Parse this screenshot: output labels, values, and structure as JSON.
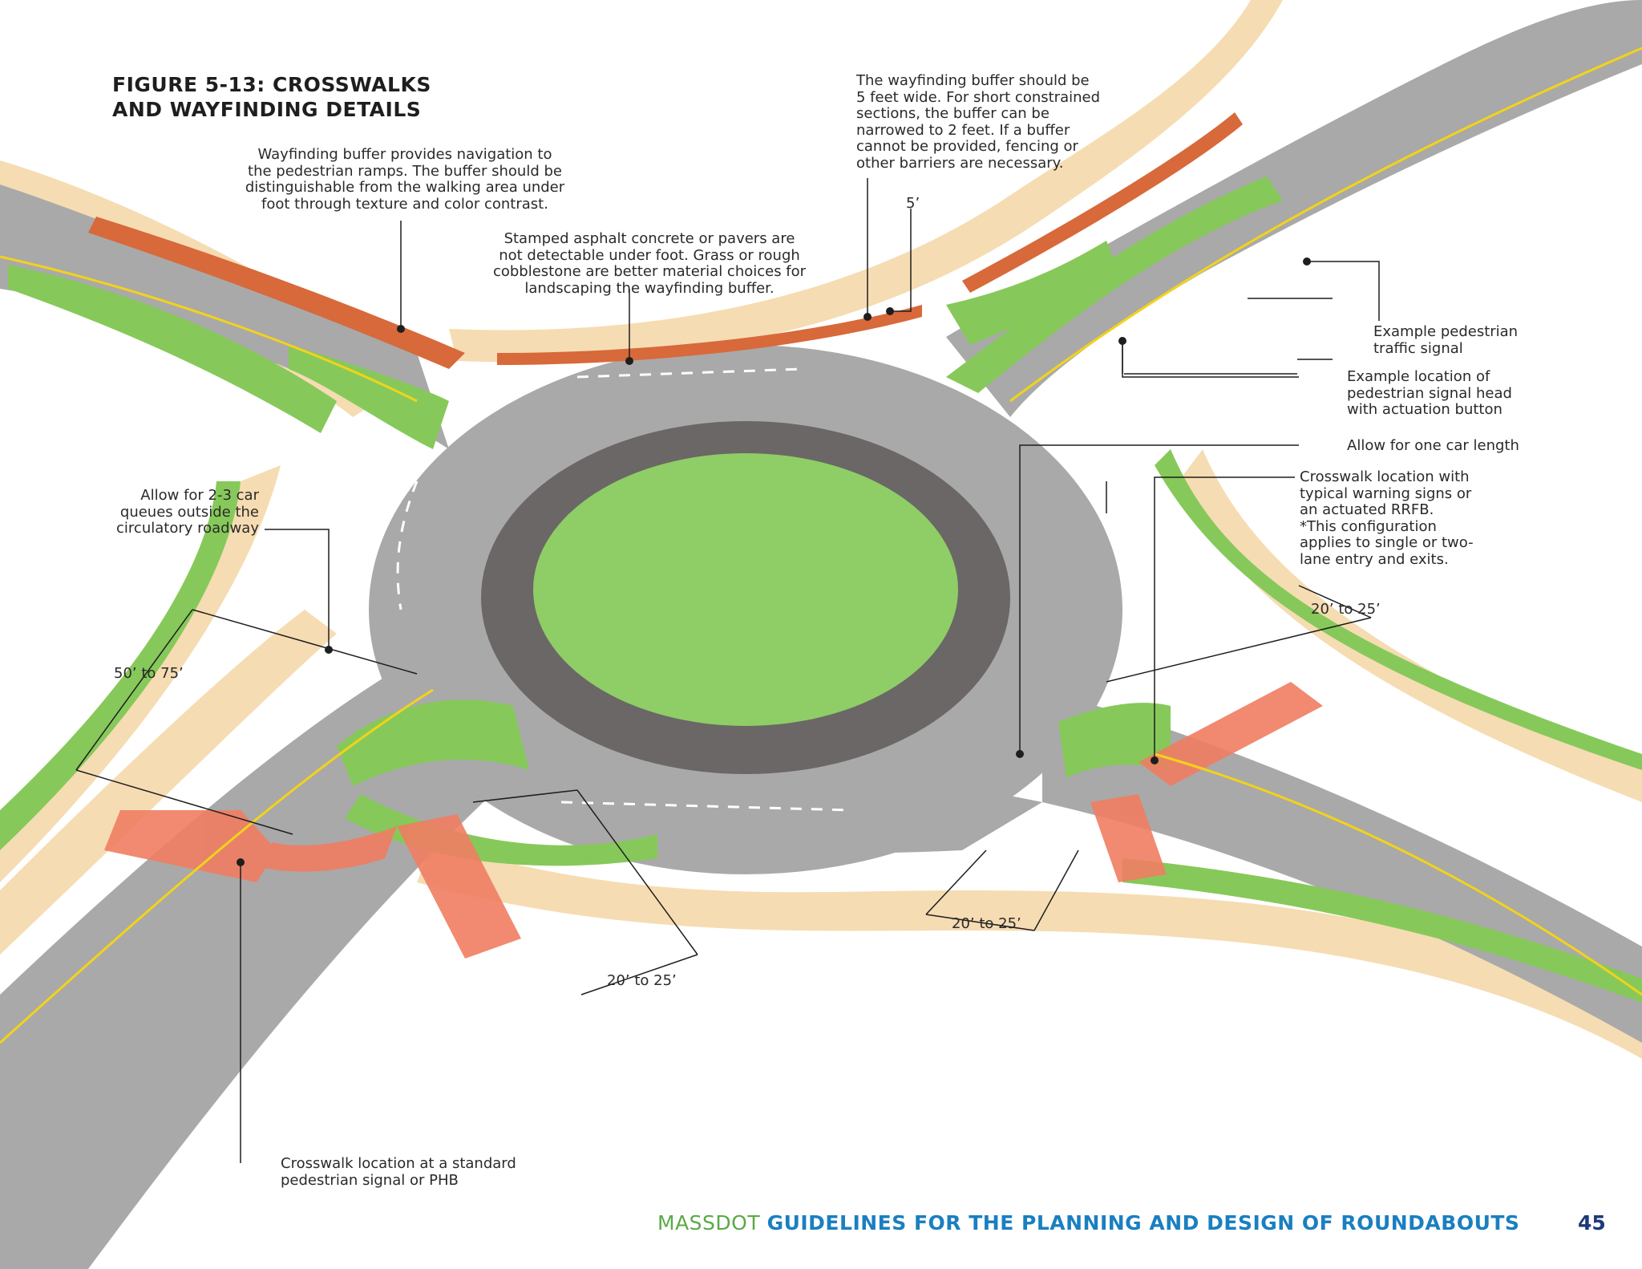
{
  "figure": {
    "title_line1": "FIGURE 5-13:  CROSSWALKS",
    "title_line2": "AND WAYFINDING DETAILS"
  },
  "callouts": {
    "wayfinding_buffer": [
      "Wayfinding buffer provides navigation to",
      "the pedestrian ramps. The buffer should be",
      "distinguishable from the walking area under",
      "foot through texture and color contrast."
    ],
    "stamped_asphalt": [
      "Stamped asphalt concrete or pavers are",
      "not detectable under foot. Grass or rough",
      "cobblestone are better material choices for",
      "landscaping the wayfinding buffer."
    ],
    "buffer_width": [
      "The wayfinding buffer should be",
      "5 feet wide. For short constrained",
      "sections, the buffer can be",
      "narrowed to 2 feet. If a buffer",
      "cannot be provided, fencing or",
      "other barriers are necessary."
    ],
    "buffer_dimension": "5’",
    "ped_traffic_signal": [
      "Example pedestrian",
      "traffic signal"
    ],
    "ped_signal_head": [
      "Example location of",
      "pedestrian signal head",
      "with actuation button"
    ],
    "car_length": "Allow for one car length",
    "rrfb": [
      "Crosswalk location with",
      "typical warning signs or",
      "an actuated RRFB.",
      "*This configuration",
      "applies to single or two-",
      "lane entry and exits."
    ],
    "car_queues": [
      "Allow for 2-3 car",
      "queues outside the",
      "circulatory roadway"
    ],
    "standard_signal": [
      "Crosswalk location at a standard",
      "pedestrian signal or PHB"
    ]
  },
  "dimensions": {
    "queue_distance": "50’ to 75’",
    "crosswalk_setback_right": "20’ to 25’",
    "crosswalk_setback_bottom_right": "20’ to 25’",
    "crosswalk_setback_bottom": "20’ to 25’"
  },
  "footer": {
    "brand": "MASSDOT",
    "guideline_title": "GUIDELINES FOR THE PLANNING AND DESIGN OF ROUNDABOUTS",
    "page_number": "45"
  },
  "colors": {
    "asphalt": "#a9a9a9",
    "sidewalk": "#f6dcb2",
    "grass": "#86c95a",
    "wayfinding_buffer": "#d8693a",
    "crosswalk": "#f07d62",
    "central_ring": "#6a6766",
    "central_island": "#8fcd66",
    "brand_green": "#5aaa46",
    "brand_blue": "#1a7fc1",
    "page_number_blue": "#1b3a78"
  }
}
